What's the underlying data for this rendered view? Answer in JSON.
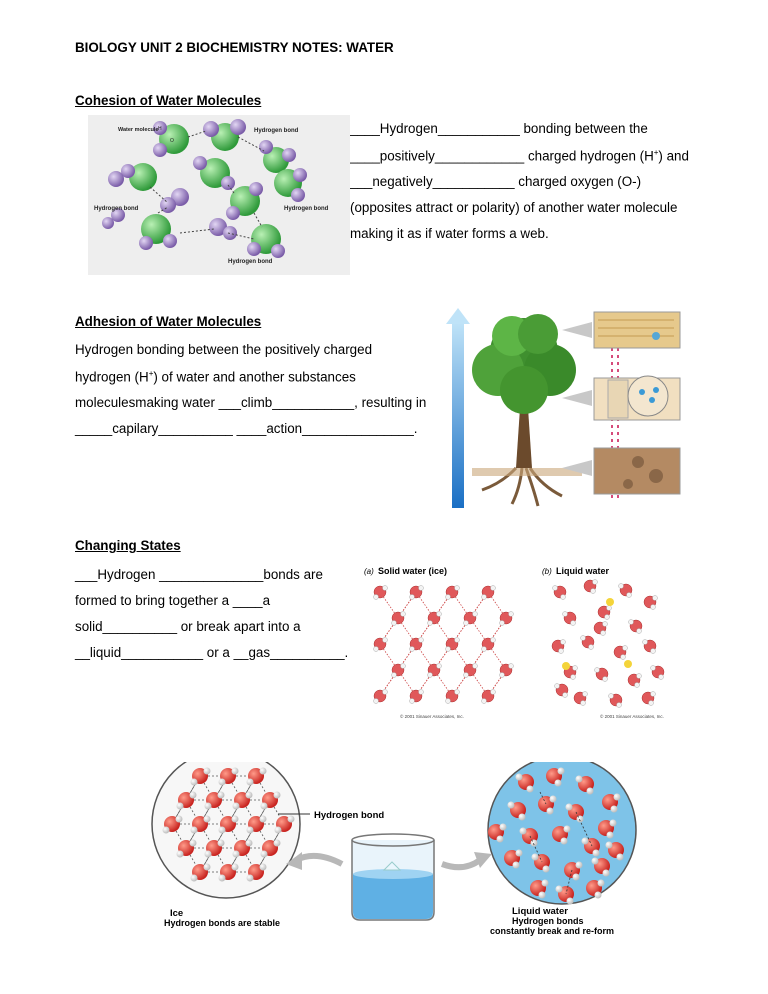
{
  "title": "BIOLOGY UNIT 2 BIOCHEMISTRY NOTES: WATER",
  "cohesion": {
    "heading": "Cohesion of Water Molecules",
    "lines": [
      "____Hydrogen___________ bonding  between the",
      "____positively____________ charged hydrogen (H",
      "___negatively___________ charged oxygen (O-)",
      "(opposites attract or polarity) of another water molecule",
      "making it as if water forms a web."
    ],
    "line2_sup": "+",
    "line2_end": ") and",
    "figure_labels": {
      "water_molecule": "Water molecule",
      "h": "H",
      "o": "O",
      "hydrogen_bond_top": "Hydrogen bond",
      "hydrogen_bond_left": "Hydrogen bond",
      "hydrogen_bond_right": "Hydrogen bond",
      "hydrogen_bond_bottom": "Hydrogen bond"
    }
  },
  "adhesion": {
    "heading": "Adhesion of Water Molecules",
    "lines": [
      "Hydrogen bonding between the positively charged",
      "hydrogen (H",
      "moleculesmaking water ___climb___________, resulting in",
      "_____capilary__________ ____action_______________."
    ],
    "line2_sup": "+",
    "line2_end": ") of water and another substances"
  },
  "states": {
    "heading": "Changing States",
    "lines": [
      "___Hydrogen ______________bonds are",
      "formed to bring together a ____a",
      "solid__________ or break apart into a",
      "__liquid___________ or a __gas__________."
    ],
    "solid_label_a": "(a)",
    "solid_label": "Solid water (ice)",
    "liquid_label_b": "(b)",
    "liquid_label": "Liquid water",
    "copyright_left": "© 2001 Sinauer Associates, Inc.",
    "copyright_right": "© 2001 Sinauer Associates, Inc."
  },
  "bottom_figure": {
    "hydrogen_bond": "Hydrogen bond",
    "ice_title": "Ice",
    "ice_caption": "Hydrogen bonds are stable",
    "liquid_title": "Liquid water",
    "liquid_caption1": "Hydrogen bonds",
    "liquid_caption2": "constantly break and re-form"
  },
  "colors": {
    "oxygen_green": "#3fb24a",
    "hydrogen_purple": "#9a7fc0",
    "oxygen_red": "#d83a3a",
    "liquid_blue": "#7ec3e8",
    "tree_green": "#3f8f2f"
  }
}
